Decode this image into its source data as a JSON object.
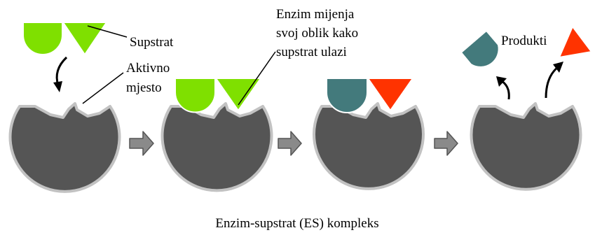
{
  "labels": {
    "substrate": "Supstrat",
    "active_site_line1": "Aktivno",
    "active_site_line2": "mjesto",
    "shape_change_line1": "Enzim mijenja",
    "shape_change_line2": "svoj oblik kako",
    "shape_change_line3": "supstrat ulazi",
    "products": "Produkti"
  },
  "caption": "Enzim-supstrat (ES) kompleks",
  "colors": {
    "enzyme": "#555555",
    "enzyme_outline": "#c2c2c2",
    "substrate": "#7fe000",
    "substrate_outline": "#ffffff",
    "product_teal": "#437a7c",
    "product_red": "#ff3300",
    "step_arrow": "#8a8a8a",
    "step_arrow_outline": "#555555"
  }
}
